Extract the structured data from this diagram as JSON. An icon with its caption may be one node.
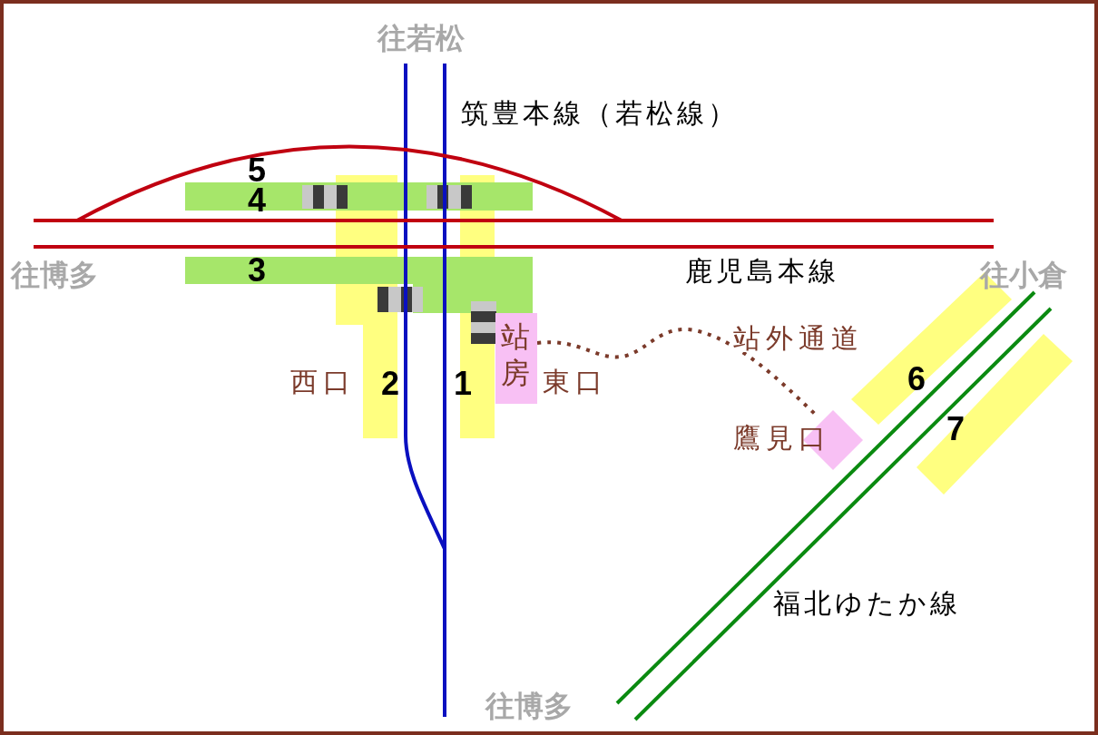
{
  "diagram": {
    "nodes": [
      {
        "text": [
          "站房"
        ]
      },
      {
        "text": [
          "鷹見口"
        ]
      }
    ],
    "edges": [
      {
        "from": 0,
        "to": 1,
        "arrow": "none",
        "label": "站外通道",
        "style": "dashed",
        "color": "#7b3a2a"
      }
    ],
    "labels": [
      "往若松",
      "筑豊本線（若松線）",
      "5",
      "4",
      "往博多",
      "3",
      "鹿児島本線",
      "往小倉",
      "西口",
      "2",
      "1",
      "東口",
      "6",
      "7",
      "福北ゆたか線",
      "往博多"
    ]
  }
}
